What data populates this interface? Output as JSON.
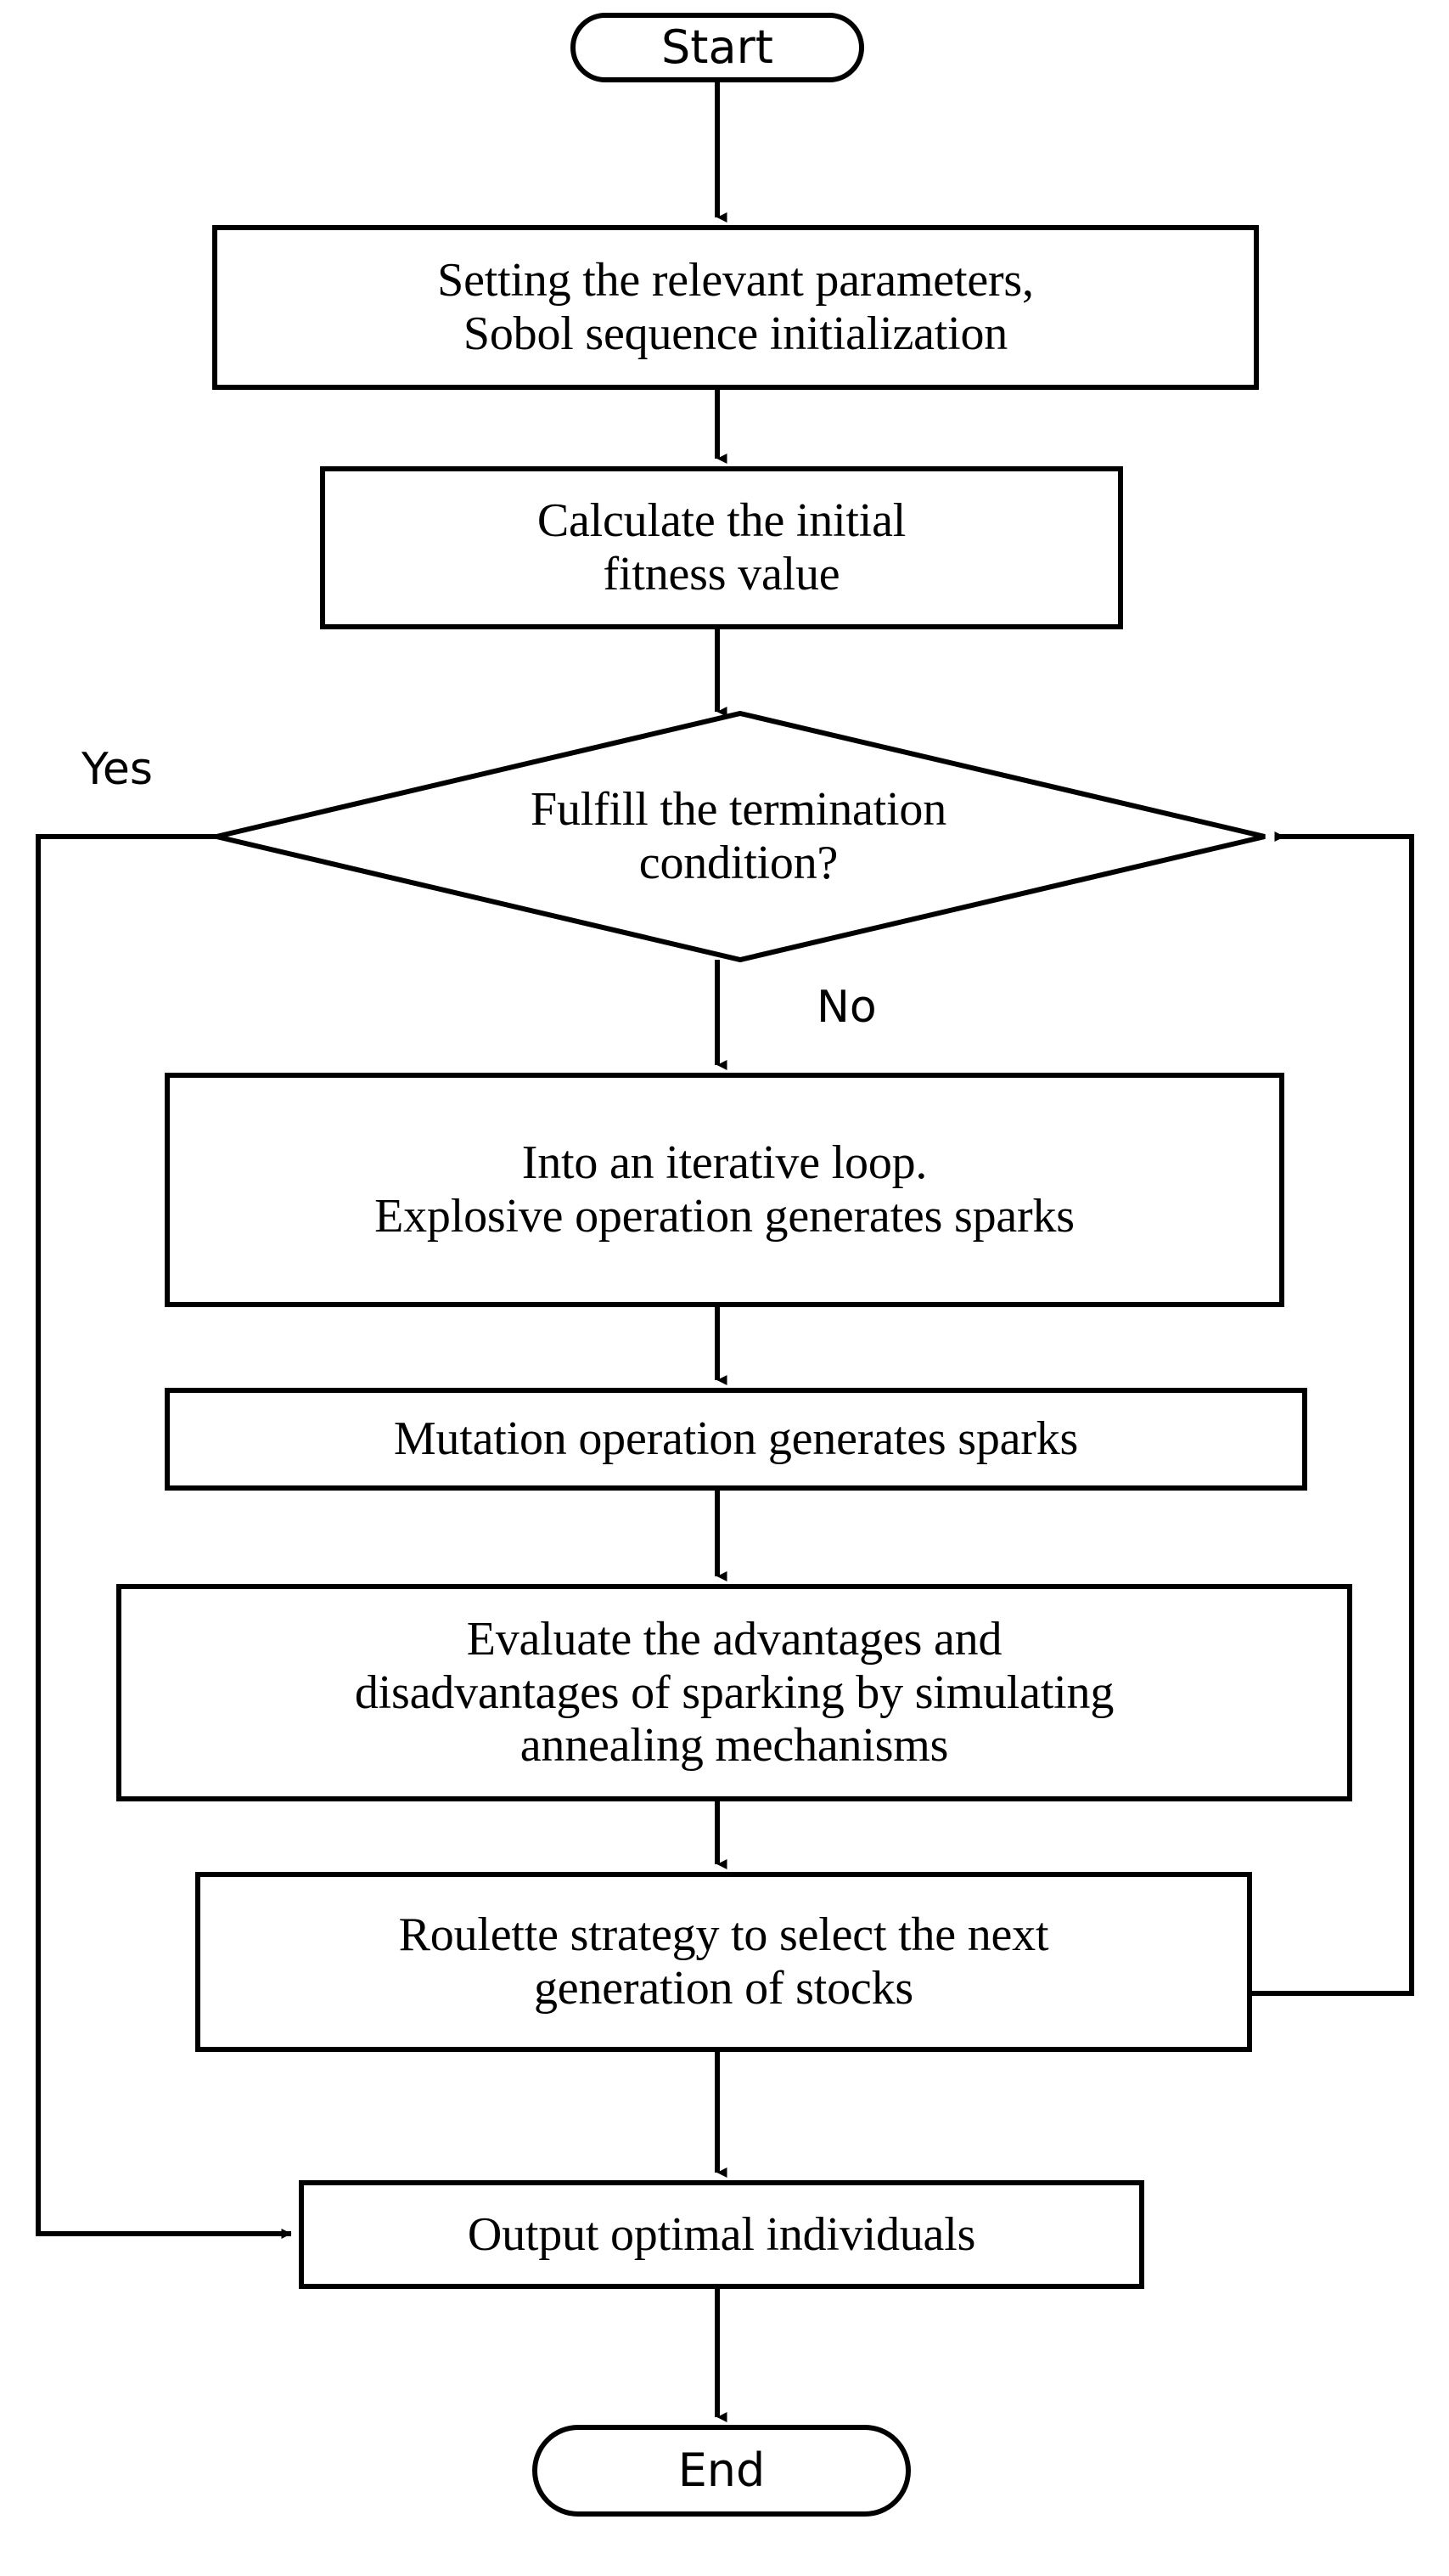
{
  "diagram": {
    "title": "Algorithm flowchart",
    "type": "flowchart",
    "orientation": "top-to-bottom",
    "colors": {
      "stroke": "#000000",
      "fill": "#ffffff",
      "text": "#000000"
    },
    "nodes": [
      {
        "id": "start",
        "shape": "terminator",
        "label": "Start"
      },
      {
        "id": "init",
        "shape": "process",
        "label": "Setting the relevant parameters,\nSobol sequence initialization"
      },
      {
        "id": "fitness",
        "shape": "process",
        "label": "Calculate the initial\nfitness value"
      },
      {
        "id": "decision",
        "shape": "decision",
        "label": "Fulfill the termination\ncondition?"
      },
      {
        "id": "explode",
        "shape": "process",
        "label": "Into an iterative loop.\nExplosive operation generates sparks"
      },
      {
        "id": "mutation",
        "shape": "process",
        "label": "Mutation operation generates sparks"
      },
      {
        "id": "evaluate",
        "shape": "process",
        "label": "Evaluate the advantages and\ndisadvantages of sparking by simulating\nannealing mechanisms"
      },
      {
        "id": "roulette",
        "shape": "process",
        "label": "Roulette strategy to select the next\ngeneration of stocks"
      },
      {
        "id": "output",
        "shape": "process",
        "label": "Output optimal individuals"
      },
      {
        "id": "end",
        "shape": "terminator",
        "label": "End"
      }
    ],
    "edges": [
      {
        "from": "start",
        "to": "init",
        "label": ""
      },
      {
        "from": "init",
        "to": "fitness",
        "label": ""
      },
      {
        "from": "fitness",
        "to": "decision",
        "label": ""
      },
      {
        "from": "decision",
        "to": "output",
        "label": "Yes"
      },
      {
        "from": "decision",
        "to": "explode",
        "label": "No"
      },
      {
        "from": "explode",
        "to": "mutation",
        "label": ""
      },
      {
        "from": "mutation",
        "to": "evaluate",
        "label": ""
      },
      {
        "from": "evaluate",
        "to": "roulette",
        "label": ""
      },
      {
        "from": "roulette",
        "to": "output",
        "label": ""
      },
      {
        "from": "roulette",
        "to": "decision",
        "label": ""
      },
      {
        "from": "output",
        "to": "end",
        "label": ""
      }
    ]
  }
}
